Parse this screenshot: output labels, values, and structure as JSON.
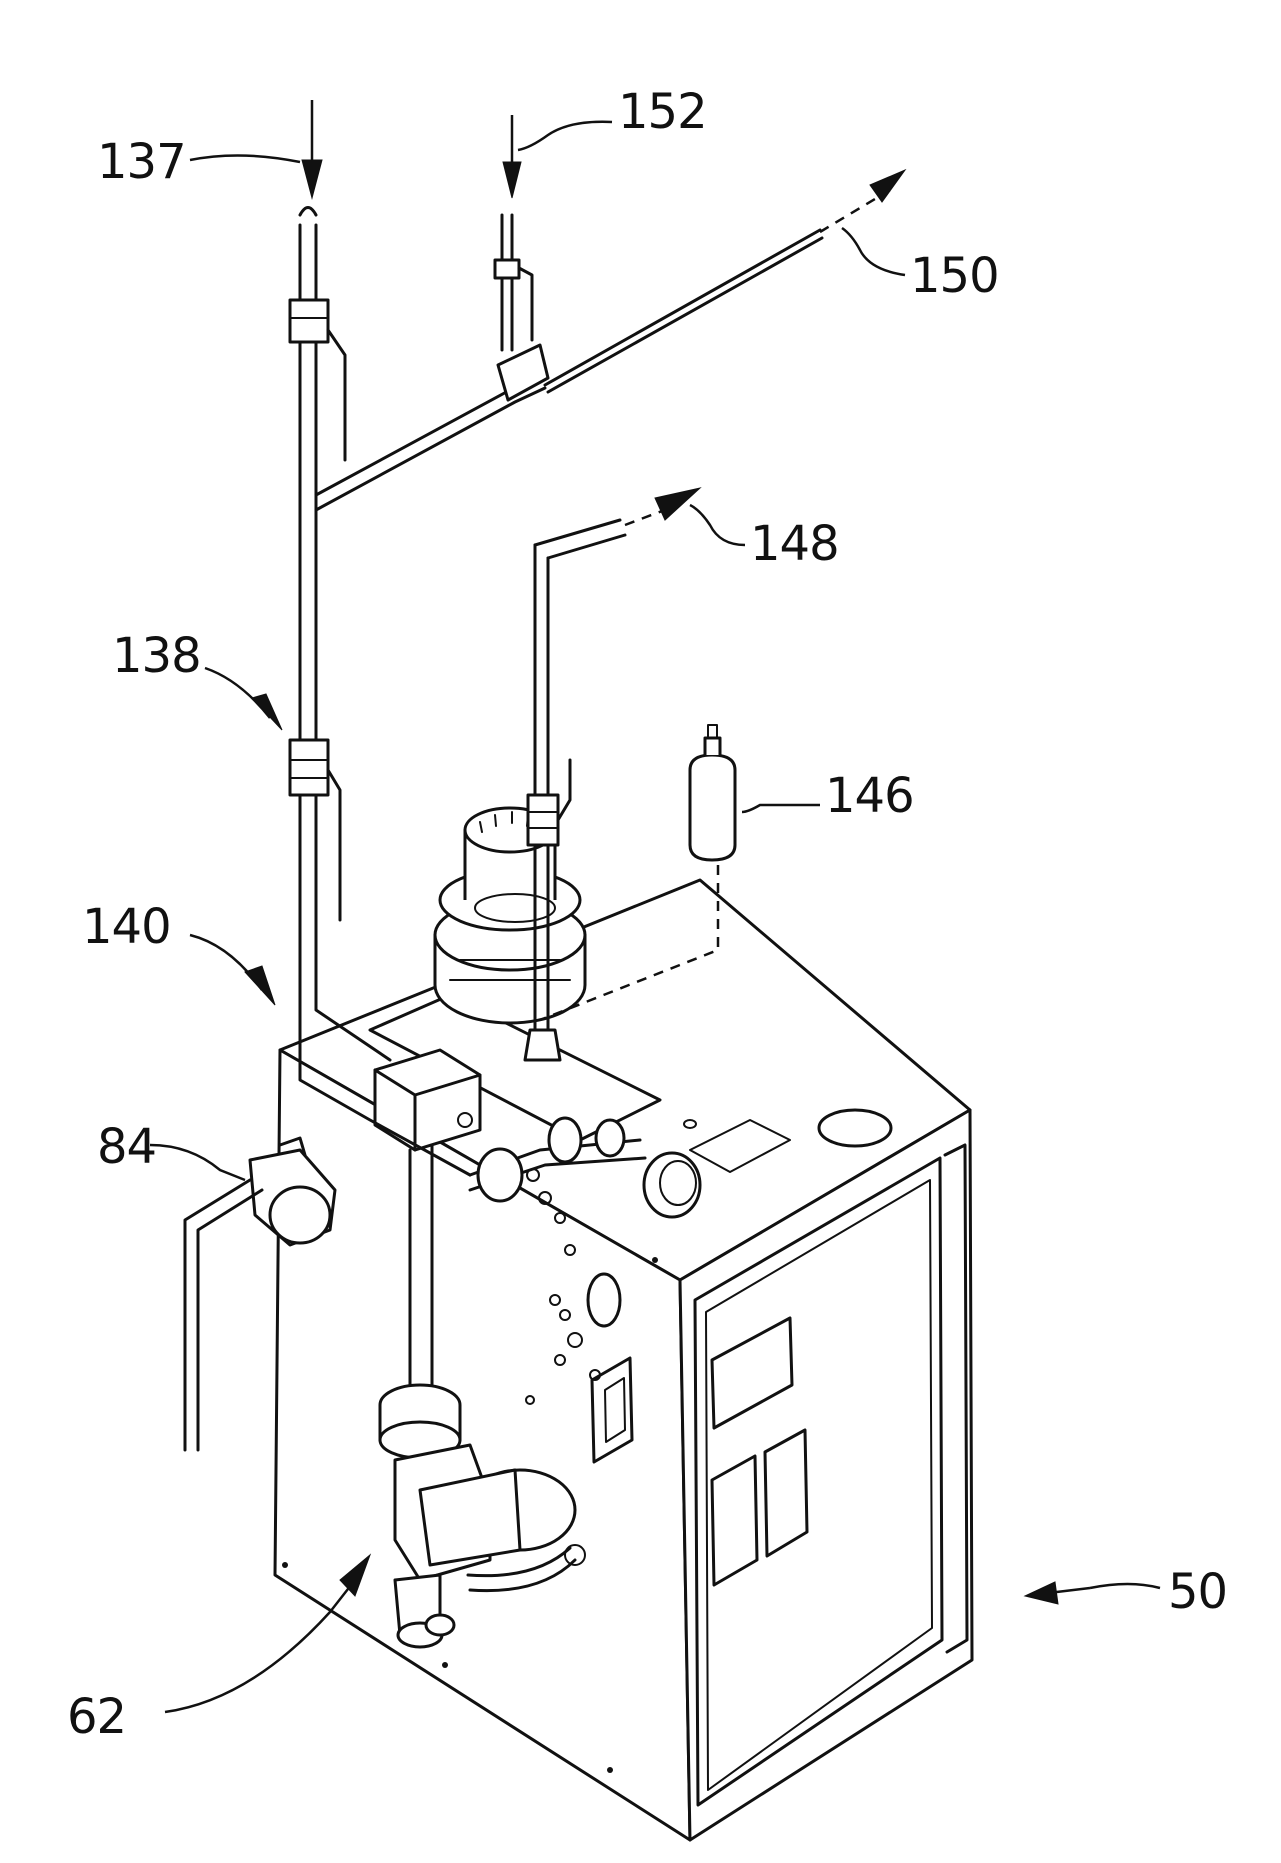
{
  "figure": {
    "labels": {
      "inlet_137": "137",
      "inlet_152": "152",
      "outlet_150": "150",
      "outlet_148": "148",
      "valve_138": "138",
      "sensor_146": "146",
      "pipe_140": "140",
      "valve_84": "84",
      "pump_62": "62",
      "unit_50": "50"
    }
  }
}
